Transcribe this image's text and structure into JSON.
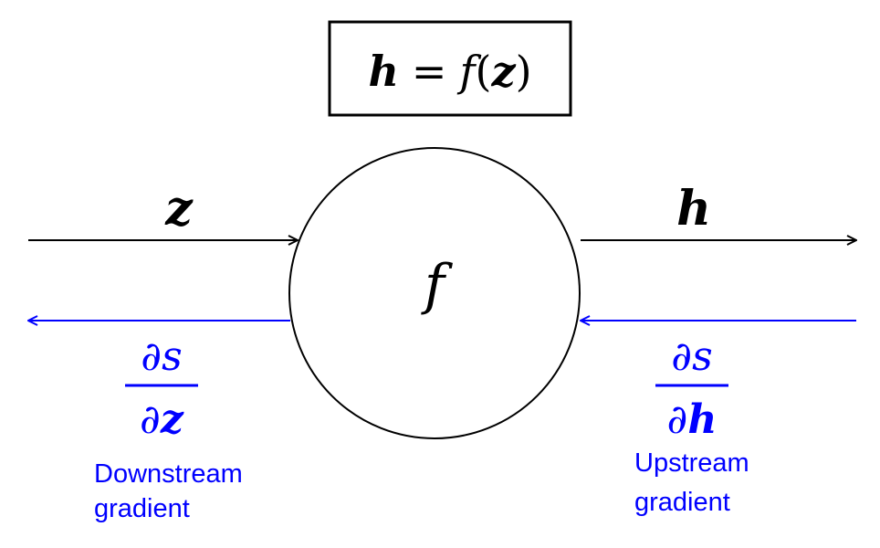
{
  "equation": {
    "lhs": "h",
    "equals": "=",
    "func": "f",
    "open_paren": "(",
    "arg": "z",
    "close_paren": ")"
  },
  "node": {
    "label": "f"
  },
  "forward": {
    "input_label": "z",
    "output_label": "h",
    "color": "#000000"
  },
  "backward": {
    "color": "#0000ff",
    "downstream": {
      "numerator": "∂s",
      "denominator_partial": "∂",
      "denominator_var": "z",
      "caption_line1": "Downstream",
      "caption_line2": "gradient"
    },
    "upstream": {
      "numerator": "∂s",
      "denominator_partial": "∂",
      "denominator_var": "h",
      "caption_line1": "Upstream",
      "caption_line2": "gradient"
    }
  }
}
